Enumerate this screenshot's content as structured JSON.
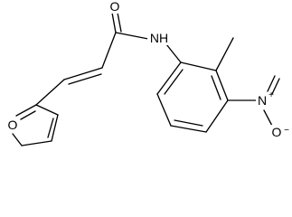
{
  "molecule": {
    "atoms": {
      "furan_oxygen": "O",
      "carbonyl_oxygen": "O",
      "amide_nitrogen": "NH",
      "nitro_nitrogen": "N",
      "nitro_nitrogen_charge": "+",
      "nitro_oxygen": "O",
      "nitro_oxygen_charge": "−"
    }
  }
}
